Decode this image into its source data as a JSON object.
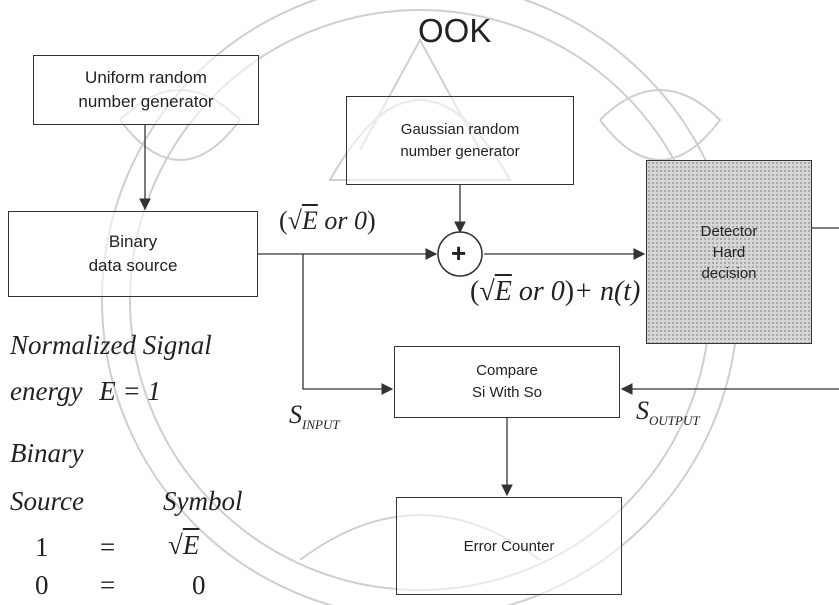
{
  "title": "OOK",
  "blocks": {
    "uniform_rng": "Uniform random\nnumber generator",
    "binary_source": "Binary\ndata source",
    "gaussian_rng": "Gaussian random\nnumber generator",
    "detector": "Detector\nHard\ndecision",
    "compare": "Compare\nSi With So",
    "error_counter": "Error Counter"
  },
  "adder_symbol": "+",
  "signals": {
    "input_expr_text": "or 0",
    "sum_expr_mid": "or 0",
    "sum_expr_noise": "+ n(t)",
    "s_input": "S",
    "s_input_sub": "INPUT",
    "s_output": "S",
    "s_output_sub": "OUTPUT",
    "sqrt_var": "E"
  },
  "notes": {
    "line1": "Normalized  Signal",
    "line2_prefix": "energy",
    "line2_eq": "E = 1",
    "binary": "Binary",
    "source_header": "Source",
    "symbol_header": "Symbol",
    "row1_source": "1",
    "row1_eq": "=",
    "row2_source": "0",
    "row2_eq": "=",
    "row2_symbol": "0"
  },
  "colors": {
    "line": "#333333",
    "detector_fill": "#d6d6d6",
    "watermark": "#c9c9c9"
  }
}
